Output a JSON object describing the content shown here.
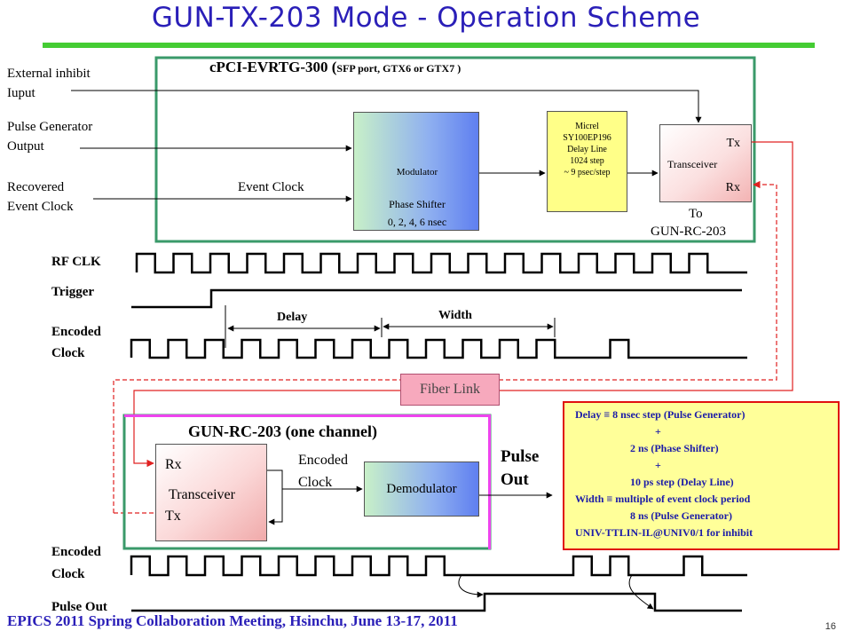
{
  "title": "GUN-TX-203 Mode - Operation Scheme",
  "colors": {
    "title": "#2a1fb8",
    "rule": "#44cc33",
    "top_frame": "#3a9a6a",
    "bottom_frame": "#ee44ee",
    "info_border": "#e01010",
    "info_text": "#1c1ca8",
    "fiber_link": "#f7a9bd",
    "fiber_line": "#e02020"
  },
  "top_block": {
    "title_main": "cPCI-EVRTG-300 (",
    "title_small": "SFP port, GTX6 or GTX7 )",
    "inputs": {
      "ext_inhibit_1": "External inhibit",
      "ext_inhibit_2": "Iuput",
      "pulse_gen_1": "Pulse Generator",
      "pulse_gen_2": "Output",
      "recovered_1": "Recovered",
      "recovered_2": "Event Clock",
      "event_clock": "Event Clock"
    },
    "modulator": {
      "label": "Modulator",
      "shifter_1": "Phase Shifter",
      "shifter_2": "0, 2, 4, 6 nsec"
    },
    "delay_line": {
      "l1": "Micrel",
      "l2": "SY100EP196",
      "l3": "Delay Line",
      "l4": "1024 step",
      "l5": "~ 9 psec/step"
    },
    "transceiver": {
      "tx": "Tx",
      "label": "Transceiver",
      "rx": "Rx"
    },
    "to_1": "To",
    "to_2": "GUN-RC-203"
  },
  "timing_top": {
    "rf_clk": "RF CLK",
    "trigger": "Trigger",
    "encoded_1": "Encoded",
    "encoded_2": "Clock",
    "delay": "Delay",
    "width": "Width"
  },
  "fiber_link": "Fiber Link",
  "bottom_block": {
    "title": "GUN-RC-203 (one channel)",
    "rx": "Rx",
    "transceiver": "Transceiver",
    "tx": "Tx",
    "encoded_1": "Encoded",
    "encoded_2": "Clock",
    "demodulator": "Demodulator",
    "pulse_out_1": "Pulse",
    "pulse_out_2": "Out"
  },
  "info_box": [
    "Delay  ≡  8 nsec step (Pulse Generator)",
    "+",
    "2 ns (Phase Shifter)",
    "+",
    "10 ps step (Delay Line)",
    "Width ≡ multiple of event clock period",
    "8 ns (Pulse Generator)",
    "UNIV-TTLIN-IL@UNIV0/1 for inhibit"
  ],
  "timing_bottom": {
    "encoded_1": "Encoded",
    "encoded_2": "Clock",
    "pulse_out": "Pulse Out"
  },
  "footer": "EPICS 2011 Spring Collaboration Meeting, Hsinchu, June 13-17, 2011",
  "page_number": "16"
}
